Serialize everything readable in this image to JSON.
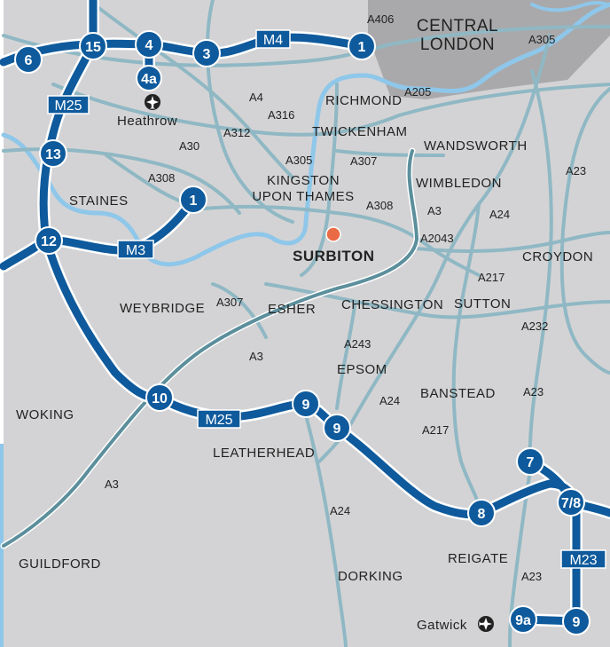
{
  "map": {
    "colors": {
      "land": "#d3d3d5",
      "city": "#a9a9ab",
      "river": "#8ec7ea",
      "a_road": "#8fb8c4",
      "a3_road": "#5c8f9c",
      "motorway": "#0e5a9c",
      "motorway_outline": "#ffffff",
      "marker": "#ea6a45"
    },
    "places": {
      "central_london": [
        "CENTRAL",
        "LONDON"
      ],
      "richmond": "RICHMOND",
      "twickenham": "TWICKENHAM",
      "wandsworth": "WANDSWORTH",
      "kingston": [
        "KINGSTON",
        "UPON THAMES"
      ],
      "wimbledon": "WIMBLEDON",
      "staines": "STAINES",
      "surbiton": "SURBITON",
      "croydon": "CROYDON",
      "weybridge": "WEYBRIDGE",
      "esher": "ESHER",
      "chessington": "CHESSINGTON",
      "sutton": "SUTTON",
      "epsom": "EPSOM",
      "banstead": "BANSTEAD",
      "woking": "WOKING",
      "leatherhead": "LEATHERHEAD",
      "guildford": "GUILDFORD",
      "dorking": "DORKING",
      "reigate": "REIGATE",
      "heathrow": "Heathrow",
      "gatwick": "Gatwick"
    },
    "roads": {
      "a406": "A406",
      "a305_top": "A305",
      "a205": "A205",
      "a4": "A4",
      "a316": "A316",
      "a312": "A312",
      "a30": "A30",
      "a305": "A305",
      "a307_top": "A307",
      "a23_top": "A23",
      "a308_left": "A308",
      "a308_right": "A308",
      "a3_top": "A3",
      "a24_top": "A24",
      "a2043": "A2043",
      "a217_top": "A217",
      "a307_left": "A307",
      "a232": "A232",
      "a243": "A243",
      "a3_mid": "A3",
      "a24_mid": "A24",
      "a23_mid": "A23",
      "a217_mid": "A217",
      "a3_low": "A3",
      "a24_low": "A24",
      "a23_low": "A23"
    },
    "motorways": {
      "m4": "M4",
      "m25_top": "M25",
      "m3": "M3",
      "m25_bottom": "M25",
      "m23": "M23"
    },
    "junctions": {
      "j6": "6",
      "j15": "15",
      "j4": "4",
      "j3": "3",
      "j1_m4": "1",
      "j4a": "4a",
      "j13": "13",
      "j12": "12",
      "j1_m3": "1",
      "j10": "10",
      "j9_m25": "9",
      "j9_a24": "9",
      "j8": "8",
      "j7": "7",
      "j78": "7/8",
      "j9a": "9a",
      "j9_m23": "9"
    },
    "icons": {
      "heathrow": "airplane-icon",
      "gatwick": "airplane-icon",
      "surbiton": "location-dot-icon"
    }
  }
}
